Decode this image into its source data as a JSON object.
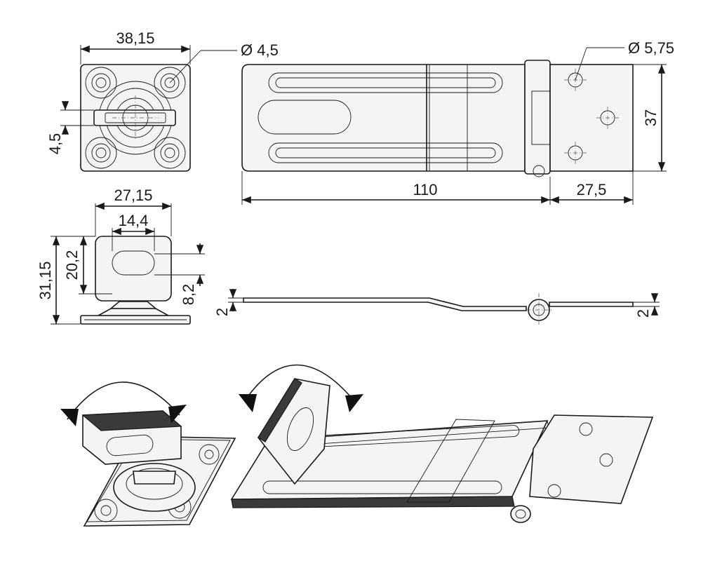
{
  "dimensions": {
    "base_width": "38,15",
    "small_hole": "Ø 4,5",
    "slot_height": "4,5",
    "hole_large": "Ø 5,75",
    "plate_height": "37",
    "hasp_length": "110",
    "hinge_length": "27,5",
    "eye_outer": "27,15",
    "eye_inner": "14,4",
    "eye_height": "20,2",
    "total_height": "31,15",
    "slot_offset": "8,2",
    "thickness_left": "2",
    "thickness_right": "2"
  },
  "icons": {
    "rotate_arrow_left": "curved-double-arrow-icon",
    "rotate_arrow_right": "curved-double-arrow-icon"
  }
}
